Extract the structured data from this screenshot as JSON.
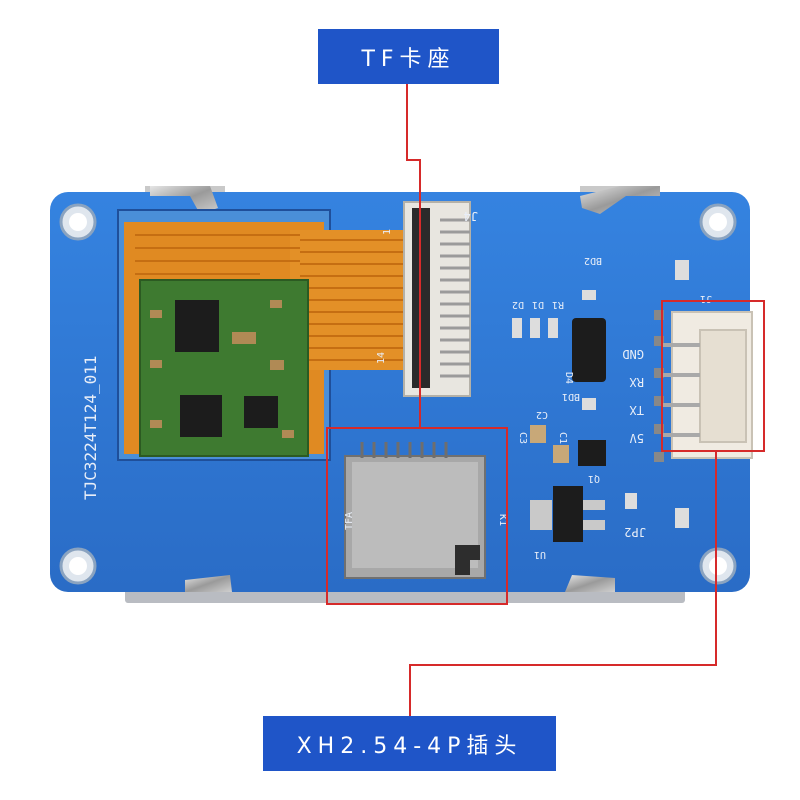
{
  "callouts": {
    "top": "TF卡座",
    "bottom": "XH2.54-4P插头"
  },
  "silkscreen": {
    "model": "TJC3224T124_011",
    "connector_j4": "J4",
    "pin_1": "1",
    "pin_14": "14",
    "bd2": "BD2",
    "d2": "D2",
    "d1": "D1",
    "r1": "R1",
    "d4": "D4",
    "bd1": "BD1",
    "gnd": "GND",
    "rx": "RX",
    "tx": "TX",
    "v5": "5V",
    "j1": "J1",
    "c2": "C2",
    "c3": "C3",
    "c1": "C1",
    "q1": "Q1",
    "jp2": "JP2",
    "u1": "U1",
    "k1": "K1",
    "tfa": "TFA"
  },
  "colors": {
    "callout_bg": "#1f55c8",
    "pcb_blue": "#2f78d6",
    "flex_orange": "#e08a22",
    "pcb_green": "#3e7a30",
    "red_outline": "#d62a2a"
  }
}
